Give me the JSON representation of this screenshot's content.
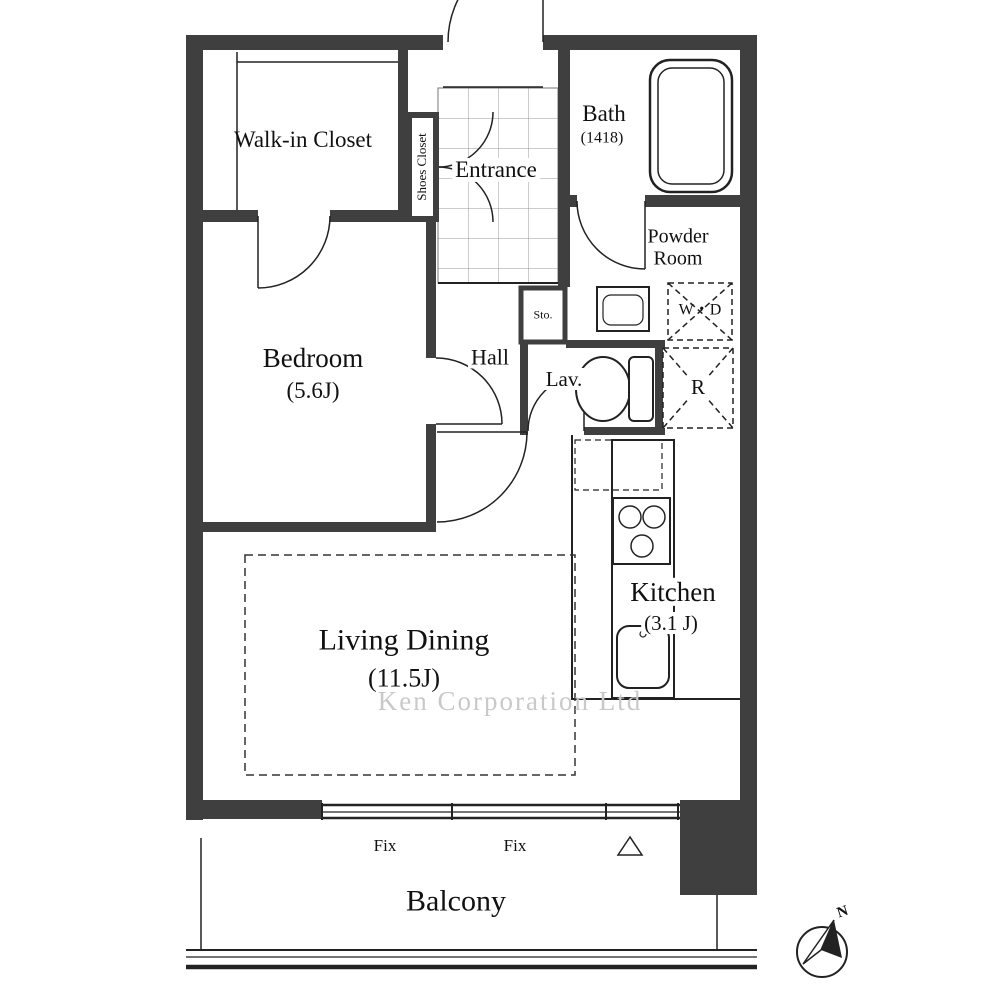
{
  "rooms": {
    "walk_in_closet": {
      "label": "Walk-in Closet"
    },
    "shoes_closet": {
      "label": "Shoes Closet"
    },
    "entrance": {
      "label": "Entrance"
    },
    "bath": {
      "label": "Bath",
      "size": "(1418)"
    },
    "powder_room": {
      "line1": "Powder",
      "line2": "Room"
    },
    "washer_dryer": {
      "label": "W・D"
    },
    "storage": {
      "label": "Sto."
    },
    "hall": {
      "label": "Hall"
    },
    "lavatory": {
      "label": "Lav."
    },
    "refrigerator": {
      "label": "R"
    },
    "bedroom": {
      "label": "Bedroom",
      "size": "(5.6J)"
    },
    "kitchen": {
      "label": "Kitchen",
      "size": "(3.1 J)"
    },
    "living_dining": {
      "label": "Living Dining",
      "size": "(11.5J)"
    },
    "balcony": {
      "label": "Balcony"
    }
  },
  "annotations": {
    "fix_window_left": "Fix",
    "fix_window_right": "Fix",
    "compass_north": "N",
    "watermark": "Ken Corporation Ltd"
  },
  "colors": {
    "wall": "#3f3f3f",
    "line": "#222222",
    "tile_grid": "#999999",
    "watermark": "#c9c9c9",
    "background": "#ffffff"
  }
}
